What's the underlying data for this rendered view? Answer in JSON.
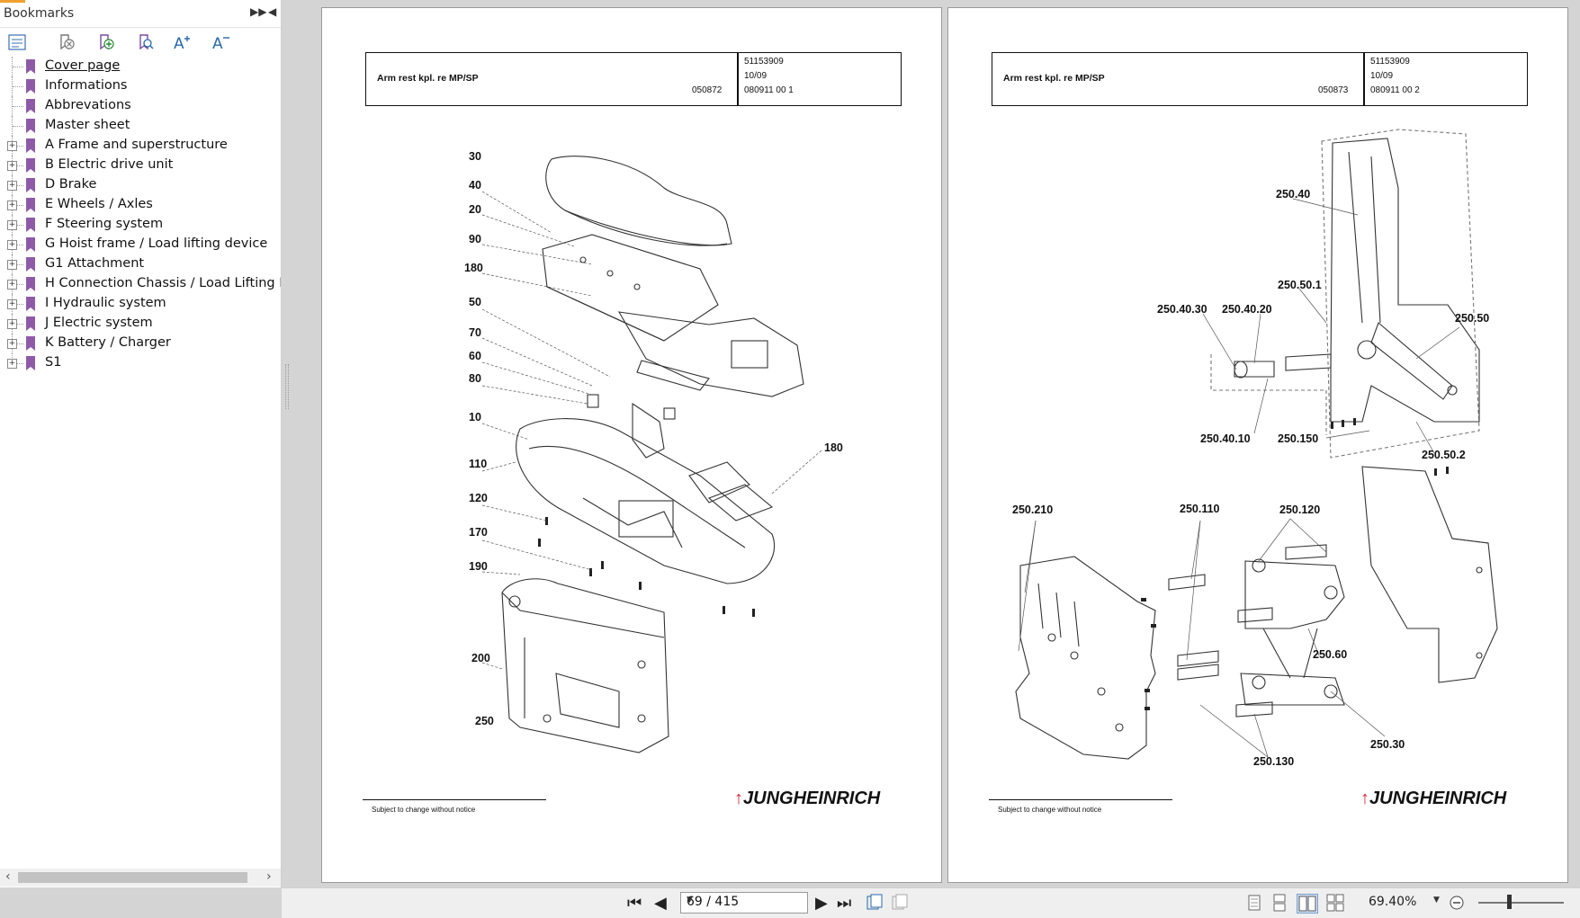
{
  "sidebar": {
    "title": "Bookmarks",
    "items": [
      {
        "label": "Cover page",
        "expandable": false
      },
      {
        "label": "Informations",
        "expandable": false
      },
      {
        "label": "Abbrevations",
        "expandable": false
      },
      {
        "label": "Master sheet",
        "expandable": false
      },
      {
        "label": "A Frame and superstructure",
        "expandable": true
      },
      {
        "label": "B Electric drive unit",
        "expandable": true
      },
      {
        "label": "D Brake",
        "expandable": true
      },
      {
        "label": "E Wheels / Axles",
        "expandable": true
      },
      {
        "label": "F Steering system",
        "expandable": true
      },
      {
        "label": "G Hoist frame / Load lifting device",
        "expandable": true
      },
      {
        "label": "G1 Attachment",
        "expandable": true
      },
      {
        "label": "H Connection Chassis / Load Lifting Devi",
        "expandable": true
      },
      {
        "label": "I Hydraulic system",
        "expandable": true
      },
      {
        "label": "J Electric system",
        "expandable": true
      },
      {
        "label": "K Battery / Charger",
        "expandable": true
      },
      {
        "label": "S1",
        "expandable": true
      }
    ]
  },
  "left_page": {
    "title": "Arm rest kpl. re MP/SP",
    "drawing_no": "050872",
    "part_no": "51153909",
    "date": "10/09",
    "ref": "080911 00 1",
    "callouts": [
      "30",
      "40",
      "20",
      "90",
      "180",
      "50",
      "70",
      "60",
      "80",
      "10",
      "110",
      "120",
      "170",
      "190",
      "200",
      "250",
      "180"
    ],
    "footer_note": "Subject to change without notice",
    "brand": "JUNGHEINRICH"
  },
  "right_page": {
    "title": "Arm rest kpl. re MP/SP",
    "drawing_no": "050873",
    "part_no": "51153909",
    "date": "10/09",
    "ref": "080911 00 2",
    "callouts": [
      "250.40",
      "250.50.1",
      "250.40.30",
      "250.40.20",
      "250.50",
      "250.40.10",
      "250.150",
      "250.50.2",
      "250.210",
      "250.110",
      "250.120",
      "250.60",
      "250.30",
      "250.130"
    ],
    "footer_note": "Subject to change without notice",
    "brand": "JUNGHEINRICH"
  },
  "bottombar": {
    "page_indicator": "69 / 415",
    "zoom": "69.40%"
  }
}
